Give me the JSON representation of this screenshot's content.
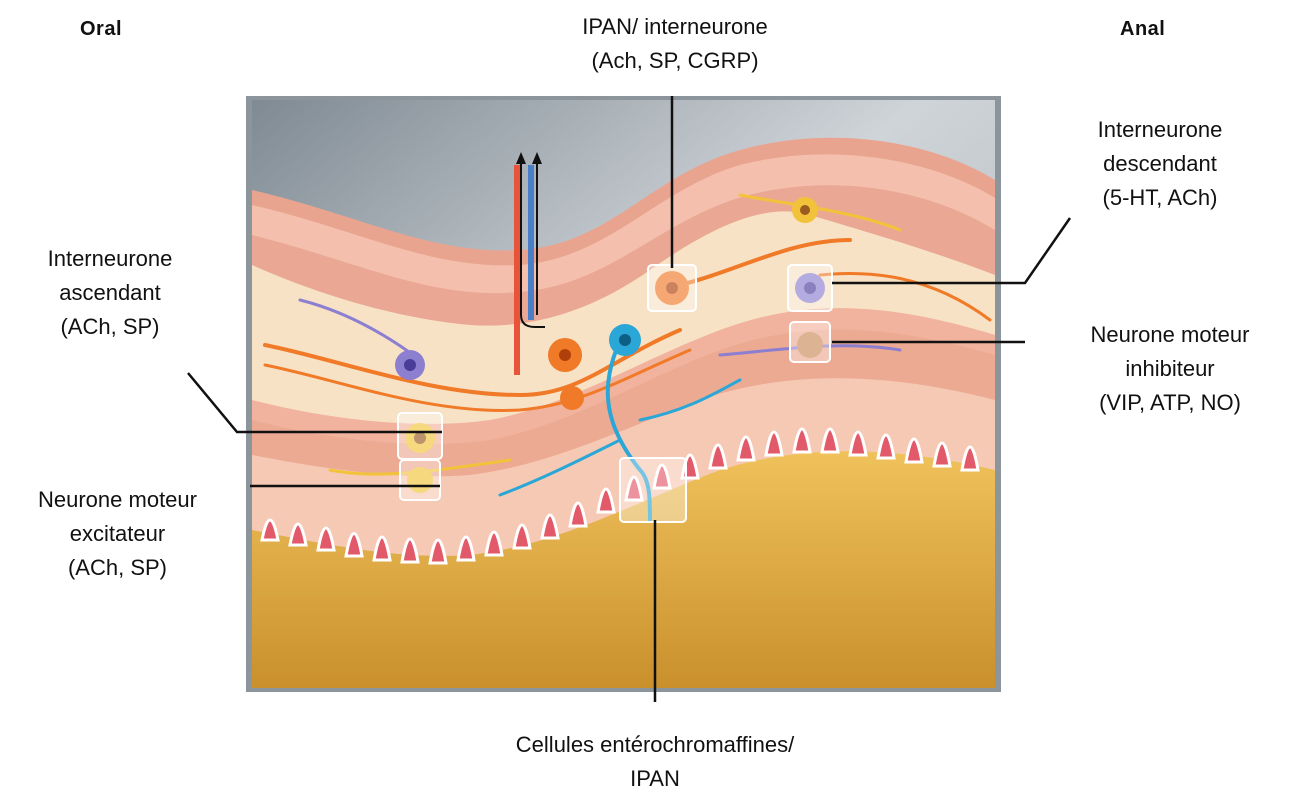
{
  "orientation": {
    "oral": "Oral",
    "anal": "Anal"
  },
  "labels": {
    "ipan_interneurone": [
      "IPAN/ interneurone",
      "(Ach, SP, CGRP)"
    ],
    "interneurone_descendant": [
      "Interneurone",
      "descendant",
      "(5-HT, ACh)"
    ],
    "interneurone_ascendant": [
      "Interneurone",
      "ascendant",
      "(ACh, SP)"
    ],
    "neurone_moteur_inhibiteur": [
      "Neurone moteur",
      "inhibiteur",
      "(VIP, ATP,  NO)"
    ],
    "neurone_moteur_excitateur": [
      "Neurone moteur",
      "excitateur",
      "(ACh, SP)"
    ],
    "cellules_enterochromaffines": [
      "Cellules entérochromaffines/",
      "IPAN"
    ]
  },
  "colors": {
    "excitatory_neuron": "#f07a28",
    "interneuron_yellow": "#f2c33a",
    "inhibitory_neuron": "#8c7fd0",
    "ipan_cyan": "#2aa7d6",
    "mucosa_yellow": "#e4b24a",
    "muscle_pink": "#f2b7a2",
    "frame_grey": "#9aa1a8"
  }
}
